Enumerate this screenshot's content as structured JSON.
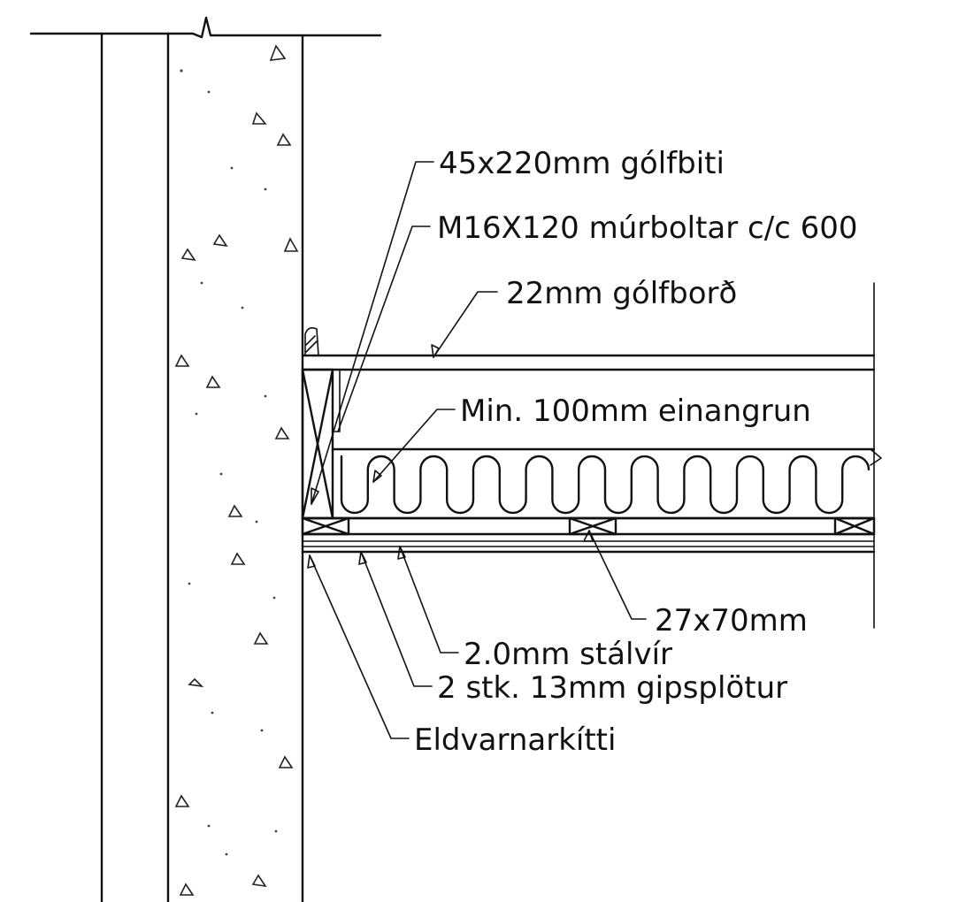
{
  "labels": {
    "joist": "45x220mm gólfbiti",
    "bolts": "M16X120 múrboltar c/c 600",
    "floorboard": "22mm gólfborð",
    "insulation": "Min. 100mm einangrun",
    "batten": "27x70mm",
    "steel_wire": "2.0mm stálvír",
    "gypsum": "2 stk. 13mm gipsplötur",
    "fire_sealant": "Eldvarnarkítti"
  }
}
